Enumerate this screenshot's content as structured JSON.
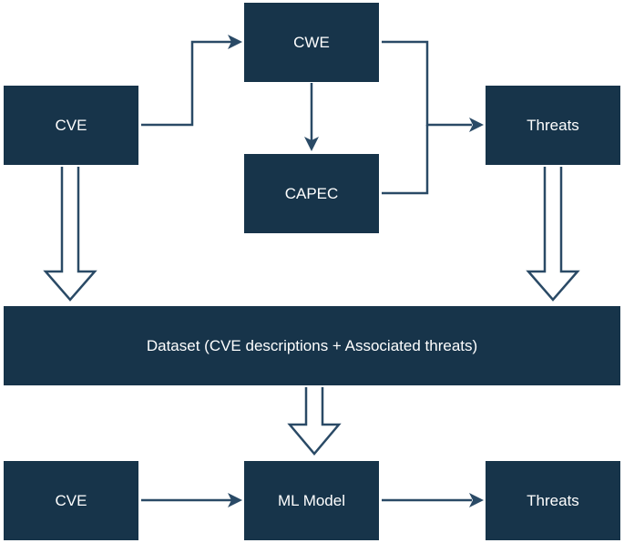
{
  "diagram": {
    "nodes": {
      "cve_top": "CVE",
      "cwe": "CWE",
      "capec": "CAPEC",
      "threats_top": "Threats",
      "dataset": "Dataset (CVE descriptions + Associated threats)",
      "cve_bottom": "CVE",
      "ml_model": "ML Model",
      "threats_bottom": "Threats"
    },
    "edges": [
      {
        "from": "CVE",
        "to": "CWE"
      },
      {
        "from": "CWE",
        "to": "CAPEC"
      },
      {
        "from": "CWE",
        "to": "Threats"
      },
      {
        "from": "CAPEC",
        "to": "Threats"
      },
      {
        "from": "CVE",
        "to": "Dataset (CVE descriptions + Associated threats)"
      },
      {
        "from": "Threats",
        "to": "Dataset (CVE descriptions + Associated threats)"
      },
      {
        "from": "Dataset (CVE descriptions + Associated threats)",
        "to": "ML Model"
      },
      {
        "from": "CVE",
        "to": "ML Model"
      },
      {
        "from": "ML Model",
        "to": "Threats"
      }
    ],
    "colors": {
      "node_fill": "#17344a",
      "node_text": "#ffffff",
      "edge": "#2a4a66"
    }
  }
}
